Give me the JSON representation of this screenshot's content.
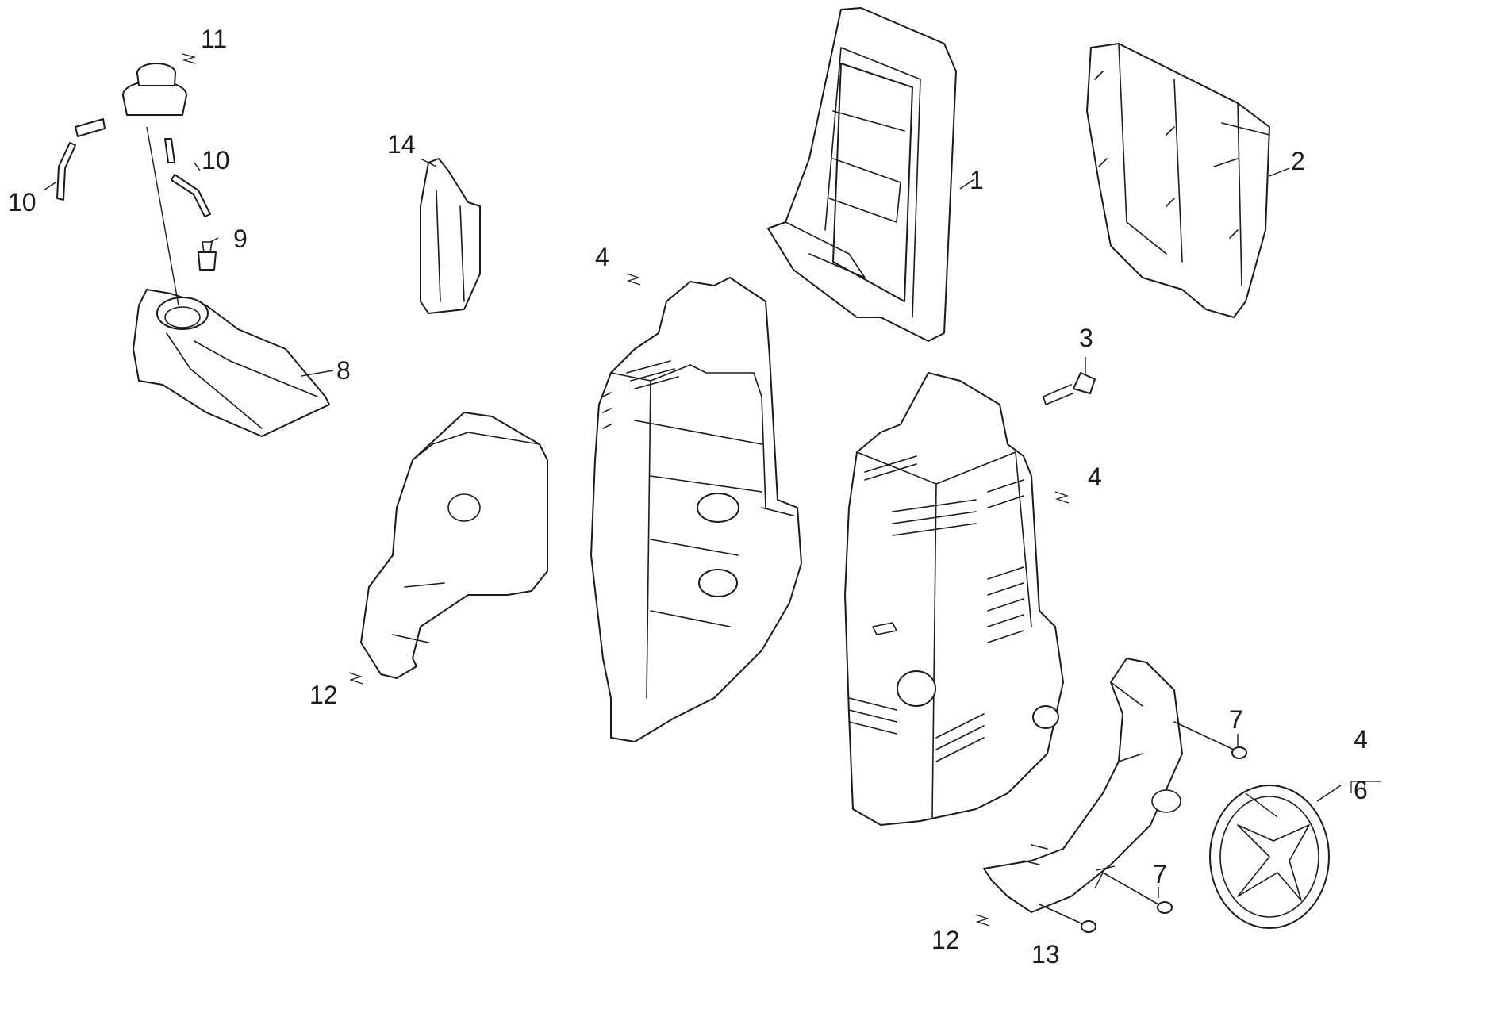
{
  "diagram": {
    "callouts": [
      {
        "id": "c1",
        "text": "1"
      },
      {
        "id": "c2",
        "text": "2"
      },
      {
        "id": "c3",
        "text": "3"
      },
      {
        "id": "c4a",
        "text": "4"
      },
      {
        "id": "c4b",
        "text": "4"
      },
      {
        "id": "c4c",
        "text": "4"
      },
      {
        "id": "c6",
        "text": "6"
      },
      {
        "id": "c7a",
        "text": "7"
      },
      {
        "id": "c7b",
        "text": "7"
      },
      {
        "id": "c8",
        "text": "8"
      },
      {
        "id": "c9",
        "text": "9"
      },
      {
        "id": "c10a",
        "text": "10"
      },
      {
        "id": "c10b",
        "text": "10"
      },
      {
        "id": "c11",
        "text": "11"
      },
      {
        "id": "c12a",
        "text": "12"
      },
      {
        "id": "c12b",
        "text": "12"
      },
      {
        "id": "c13",
        "text": "13"
      },
      {
        "id": "c14",
        "text": "14"
      }
    ]
  }
}
